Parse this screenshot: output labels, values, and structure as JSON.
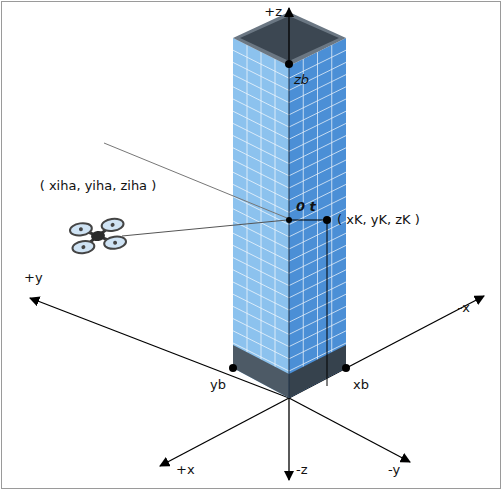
{
  "diagram": {
    "labels": [
      "+z",
      "zb",
      "( xiha, yiha, ziha )",
      "0 t",
      "( xK, yK, zK )",
      "+y",
      "-x",
      "yb",
      "xb",
      "+x",
      "-z",
      "-y"
    ]
  }
}
